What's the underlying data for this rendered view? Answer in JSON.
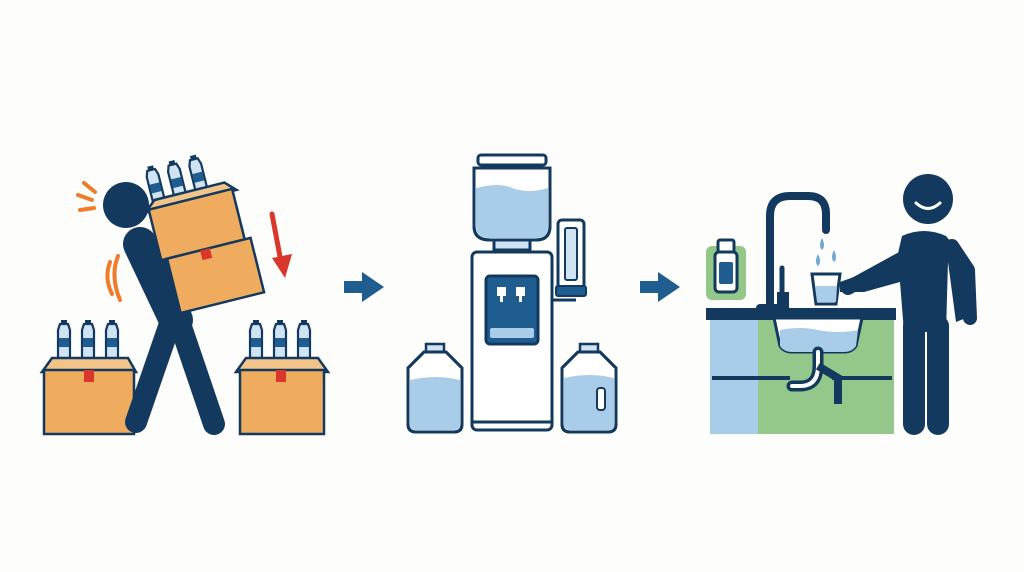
{
  "diagram": {
    "caption": "",
    "steps": [
      {
        "id": "bottled-water",
        "icon": "person-carrying-bottle-boxes-icon"
      },
      {
        "id": "water-cooler",
        "icon": "water-cooler-dispenser-icon"
      },
      {
        "id": "tap-filter",
        "icon": "person-filling-glass-at-filtered-tap-icon"
      }
    ],
    "arrows": [
      "arrow-right-icon",
      "arrow-right-icon"
    ]
  },
  "colors": {
    "navy": "#133a5e",
    "mid_blue": "#1f5c8f",
    "water_blue": "#a9cde9",
    "light_blue": "#cfe3f3",
    "cardboard": "#efab5e",
    "strain_orange": "#f07c2a",
    "down_arrow_red": "#d9372b",
    "counter_green": "#93c88a",
    "background": "#fdfdfb"
  }
}
